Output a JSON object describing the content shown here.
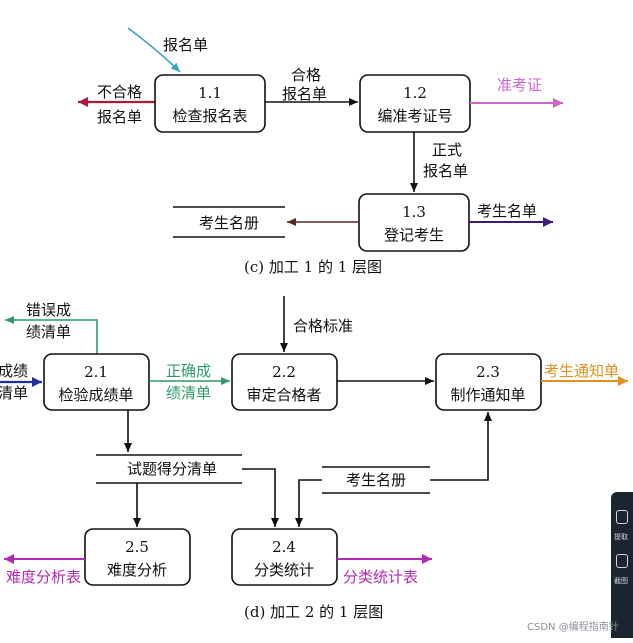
{
  "diagram_c": {
    "caption": "(c) 加工 1 的 1 层图",
    "processes": [
      {
        "id": "1.1",
        "name": "检查报名表"
      },
      {
        "id": "1.2",
        "name": "编准考证号"
      },
      {
        "id": "1.3",
        "name": "登记考生"
      }
    ],
    "stores": [
      {
        "name": "考生名册"
      }
    ],
    "flows": {
      "in_top": "报名单",
      "reject_line1": "不合格",
      "reject_line2": "报名单",
      "pass_line1": "合格",
      "pass_line2": "报名单",
      "ticket": "准考证",
      "formal_line1": "正式",
      "formal_line2": "报名单",
      "out_roster": "考生名单"
    },
    "colors": {
      "in_top": "#3aa4c9",
      "reject": "#b0173a",
      "ticket": "#cc66cc",
      "store_link": "#5a2a20",
      "roster": "#3b1a7a"
    }
  },
  "diagram_d": {
    "caption": "(d) 加工 2 的 1 层图",
    "processes": [
      {
        "id": "2.1",
        "name": "检验成绩单"
      },
      {
        "id": "2.2",
        "name": "审定合格者"
      },
      {
        "id": "2.3",
        "name": "制作通知单"
      },
      {
        "id": "2.4",
        "name": "分类统计"
      },
      {
        "id": "2.5",
        "name": "难度分析"
      }
    ],
    "stores": [
      {
        "name": "试题得分清单"
      },
      {
        "name": "考生名册"
      }
    ],
    "flows": {
      "error_line1": "错误成",
      "error_line2": "绩清单",
      "in_left_line1": "成绩",
      "in_left_line2": "清单",
      "correct_line1": "正确成",
      "correct_line2": "绩清单",
      "standard": "合格标准",
      "notice": "考生通知单",
      "difficulty": "难度分析表",
      "category": "分类统计表"
    },
    "colors": {
      "error": "#2f9a6a",
      "in_left": "#1f2f9a",
      "correct": "#2f9a6a",
      "notice": "#e0911f",
      "difficulty": "#b52ab5",
      "category": "#b52ab5"
    }
  },
  "sidebar": {
    "label_1": "提取",
    "label_2": "截图"
  },
  "watermark": "CSDN @编程指南针"
}
